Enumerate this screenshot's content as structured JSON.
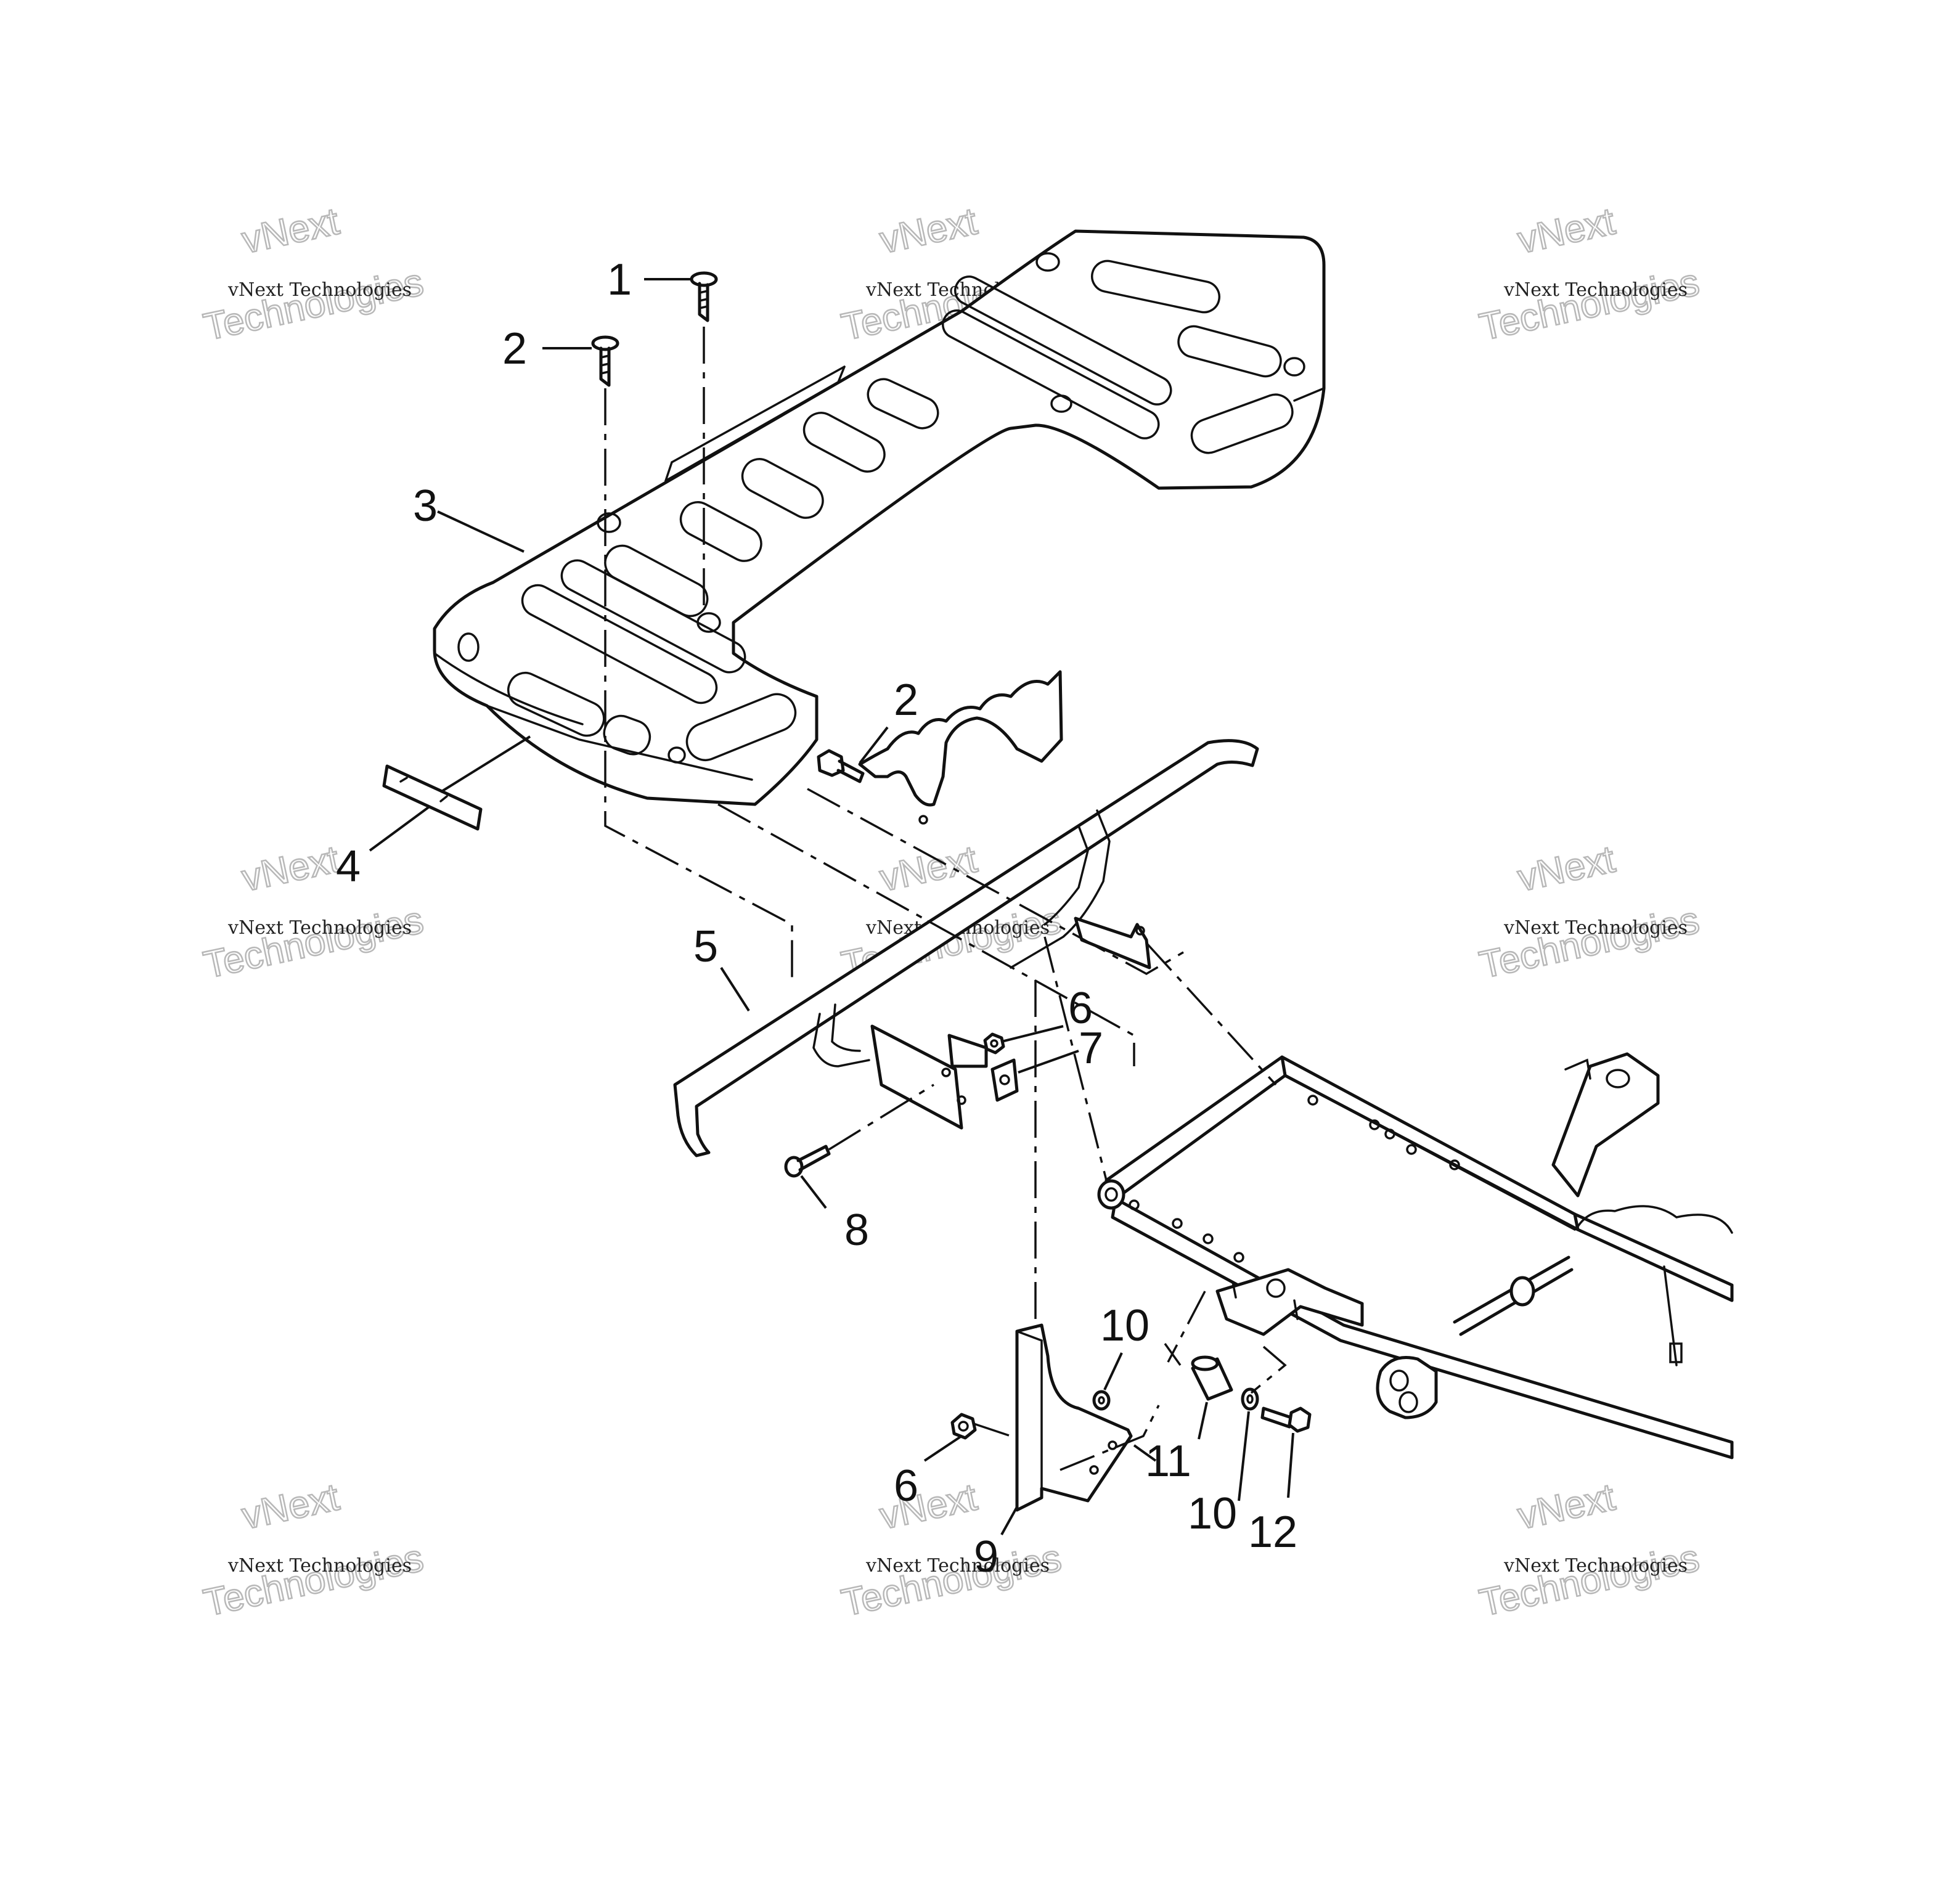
{
  "callouts": [
    "1",
    "2",
    "3",
    "4",
    "5",
    "6",
    "7",
    "8",
    "9",
    "10",
    "11",
    "12"
  ],
  "callout_repeats": {
    "second_2": "2",
    "second_6": "6",
    "second_10": "10"
  },
  "watermark": {
    "line": "vNext Technologies",
    "big_top": "vNext",
    "big_bottom": "Technologies"
  },
  "colors": {
    "line": "#111111",
    "watermark": "#b8b8b8",
    "background": "#ffffff"
  }
}
